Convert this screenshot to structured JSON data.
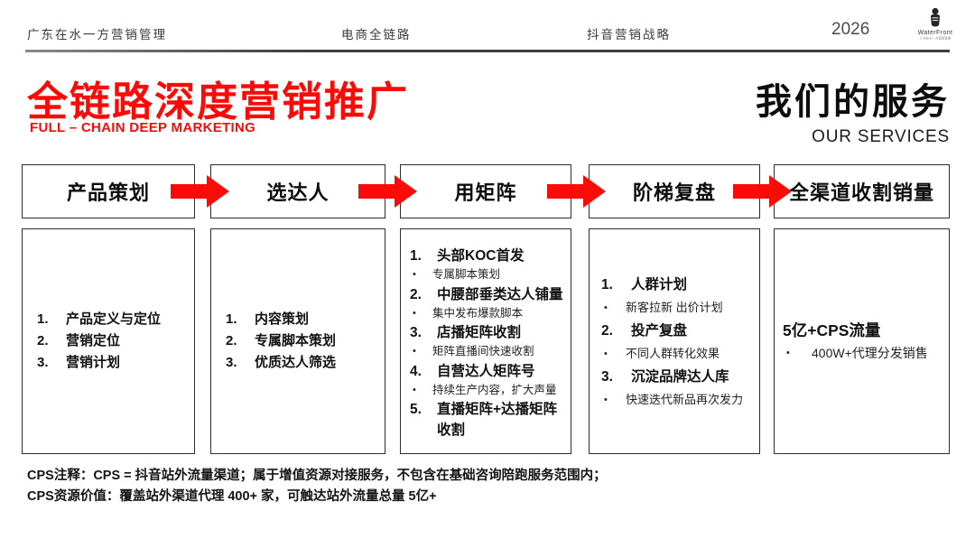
{
  "header": {
    "nav": [
      "广东在水一方营销管理",
      "电商全链路",
      "抖音营销战略"
    ],
    "year": "2026",
    "logo_text": "WaterFront",
    "logo_subtext": "广东在水一方营销管理"
  },
  "title": {
    "main": "全链路深度营销推广",
    "sub": "FULL – CHAIN DEEP MARKETING"
  },
  "services": {
    "main": "我们的服务",
    "sub": "OUR SERVICES"
  },
  "ui": {
    "bullet": "•"
  },
  "colors": {
    "accent_red": "#fb0b07",
    "border_dark": "#2d2d2d",
    "text_dark": "#111111"
  },
  "flow": {
    "columns": [
      {
        "header": "产品策划",
        "items": [
          {
            "num": "1.",
            "text": "产品定义与定位"
          },
          {
            "num": "2.",
            "text": "营销定位"
          },
          {
            "num": "3.",
            "text": "营销计划"
          }
        ]
      },
      {
        "header": "选达人",
        "items": [
          {
            "num": "1.",
            "text": "内容策划"
          },
          {
            "num": "2.",
            "text": "专属脚本策划"
          },
          {
            "num": "3.",
            "text": "优质达人筛选"
          }
        ]
      },
      {
        "header": "用矩阵",
        "items": [
          {
            "num": "1.",
            "text": "头部KOC首发"
          },
          {
            "bullet": "专属脚本策划"
          },
          {
            "num": "2.",
            "text": "中腰部垂类达人铺量"
          },
          {
            "bullet": "集中发布爆款脚本"
          },
          {
            "num": "3.",
            "text": "店播矩阵收割"
          },
          {
            "bullet": "矩阵直播间快速收割"
          },
          {
            "num": "4.",
            "text": "自营达人矩阵号"
          },
          {
            "bullet": "持续生产内容，扩大声量"
          },
          {
            "num": "5.",
            "text": "直播矩阵+达播矩阵收割"
          }
        ]
      },
      {
        "header": "阶梯复盘",
        "items": [
          {
            "num": "1.",
            "text": "人群计划"
          },
          {
            "bullet": "新客拉新 出价计划"
          },
          {
            "num": "2.",
            "text": "投产复盘"
          },
          {
            "bullet": "不同人群转化效果"
          },
          {
            "num": "3.",
            "text": "沉淀品牌达人库"
          },
          {
            "bullet": "快速迭代新品再次发力"
          }
        ]
      },
      {
        "header": "全渠道收割销量",
        "items": [
          {
            "title": "5亿+CPS流量"
          },
          {
            "bullet": "400W+代理分发销售"
          }
        ]
      }
    ]
  },
  "footnote": {
    "line1": "CPS注释：CPS = 抖音站外流量渠道；属于增值资源对接服务，不包含在基础咨询陪跑服务范围内；",
    "line2": "CPS资源价值：覆盖站外渠道代理 400+ 家，可触达站外流量总量 5亿+"
  }
}
